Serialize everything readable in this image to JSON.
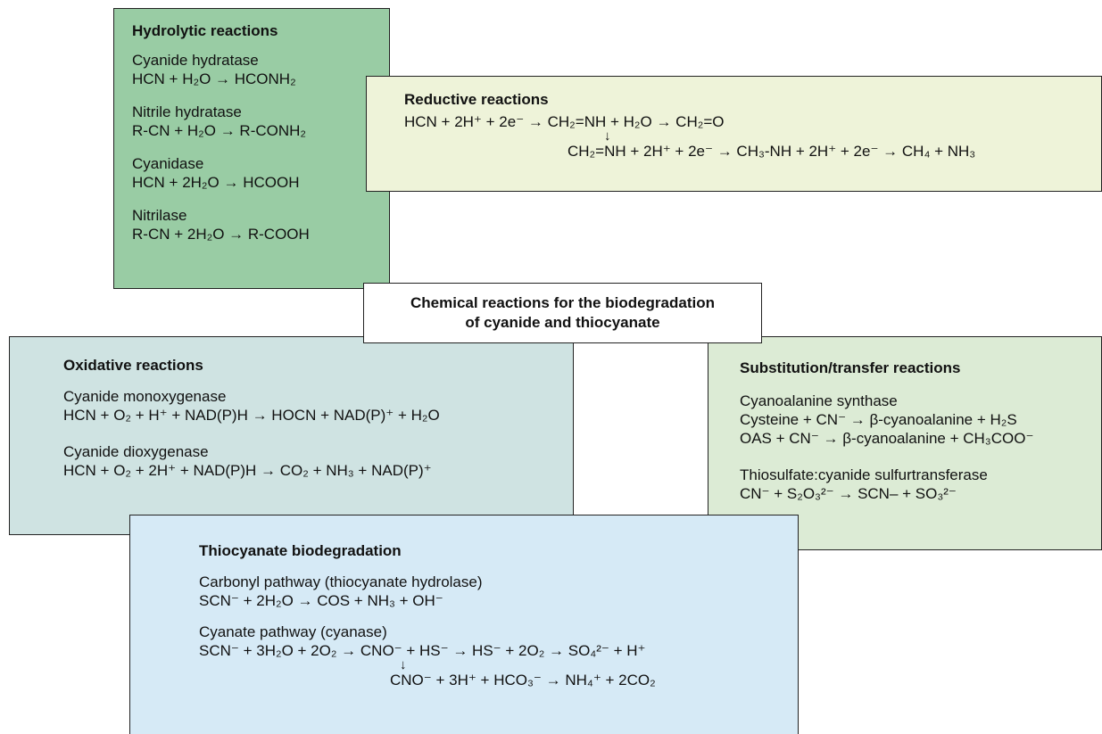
{
  "center_title": [
    "Chemical reactions for the biodegradation",
    "of cyanide and thiocyanate"
  ],
  "hydrolytic": {
    "title": "Hydrolytic reactions",
    "items": [
      {
        "name": "Cyanide hydratase",
        "eq": "HCN + H₂O → HCONH₂"
      },
      {
        "name": "Nitrile hydratase",
        "eq": "R-CN + H₂O → R-CONH₂"
      },
      {
        "name": "Cyanidase",
        "eq": "HCN + 2H₂O → HCOOH"
      },
      {
        "name": "Nitrilase",
        "eq": "R-CN + 2H₂O → R-COOH"
      }
    ]
  },
  "reductive": {
    "title": "Reductive reactions",
    "eq1": "HCN + 2H⁺ + 2e⁻ → CH₂=NH + H₂O → CH₂=O",
    "arrow": "↓",
    "eq2": "CH₂=NH + 2H⁺ + 2e⁻ → CH₃-NH + 2H⁺ + 2e⁻ → CH₄ + NH₃"
  },
  "oxidative": {
    "title": "Oxidative reactions",
    "items": [
      {
        "name": "Cyanide monoxygenase",
        "eq": "HCN + O₂ + H⁺ + NAD(P)H → HOCN + NAD(P)⁺ + H₂O"
      },
      {
        "name": "Cyanide dioxygenase",
        "eq": "HCN + O₂ + 2H⁺ + NAD(P)H → CO₂ + NH₃ + NAD(P)⁺"
      }
    ]
  },
  "substitution": {
    "title": "Substitution/transfer reactions",
    "items": [
      {
        "name": "Cyanoalanine synthase",
        "eqs": [
          "Cysteine + CN⁻ → β-cyanoalanine + H₂S",
          "OAS + CN⁻ → β-cyanoalanine + CH₃COO⁻"
        ]
      },
      {
        "name": "Thiosulfate:cyanide sulfurtransferase",
        "eqs": [
          "CN⁻ + S₂O₃²⁻ → SCN– + SO₃²⁻"
        ]
      }
    ]
  },
  "thiocyanate": {
    "title": "Thiocyanate biodegradation",
    "carbonyl_name": "Carbonyl pathway (thiocyanate hydrolase)",
    "carbonyl_eq": "SCN⁻ + 2H₂O → COS + NH₃ + OH⁻",
    "cyanate_name": "Cyanate pathway (cyanase)",
    "cyanate_eq1": "SCN⁻ + 3H₂O + 2O₂ → CNO⁻ + HS⁻ → HS⁻ + 2O₂ → SO₄²⁻ + H⁺",
    "arrow": "↓",
    "cyanate_eq2": "CNO⁻ + 3H⁺ + HCO₃⁻ → NH₄⁺ + 2CO₂"
  },
  "colors": {
    "hydrolytic_bg": "#99cca4",
    "reductive_bg": "#eef3d9",
    "oxidative_bg": "#cfe3e2",
    "substitution_bg": "#dcebd5",
    "thiocyanate_bg": "#d6eaf6"
  }
}
